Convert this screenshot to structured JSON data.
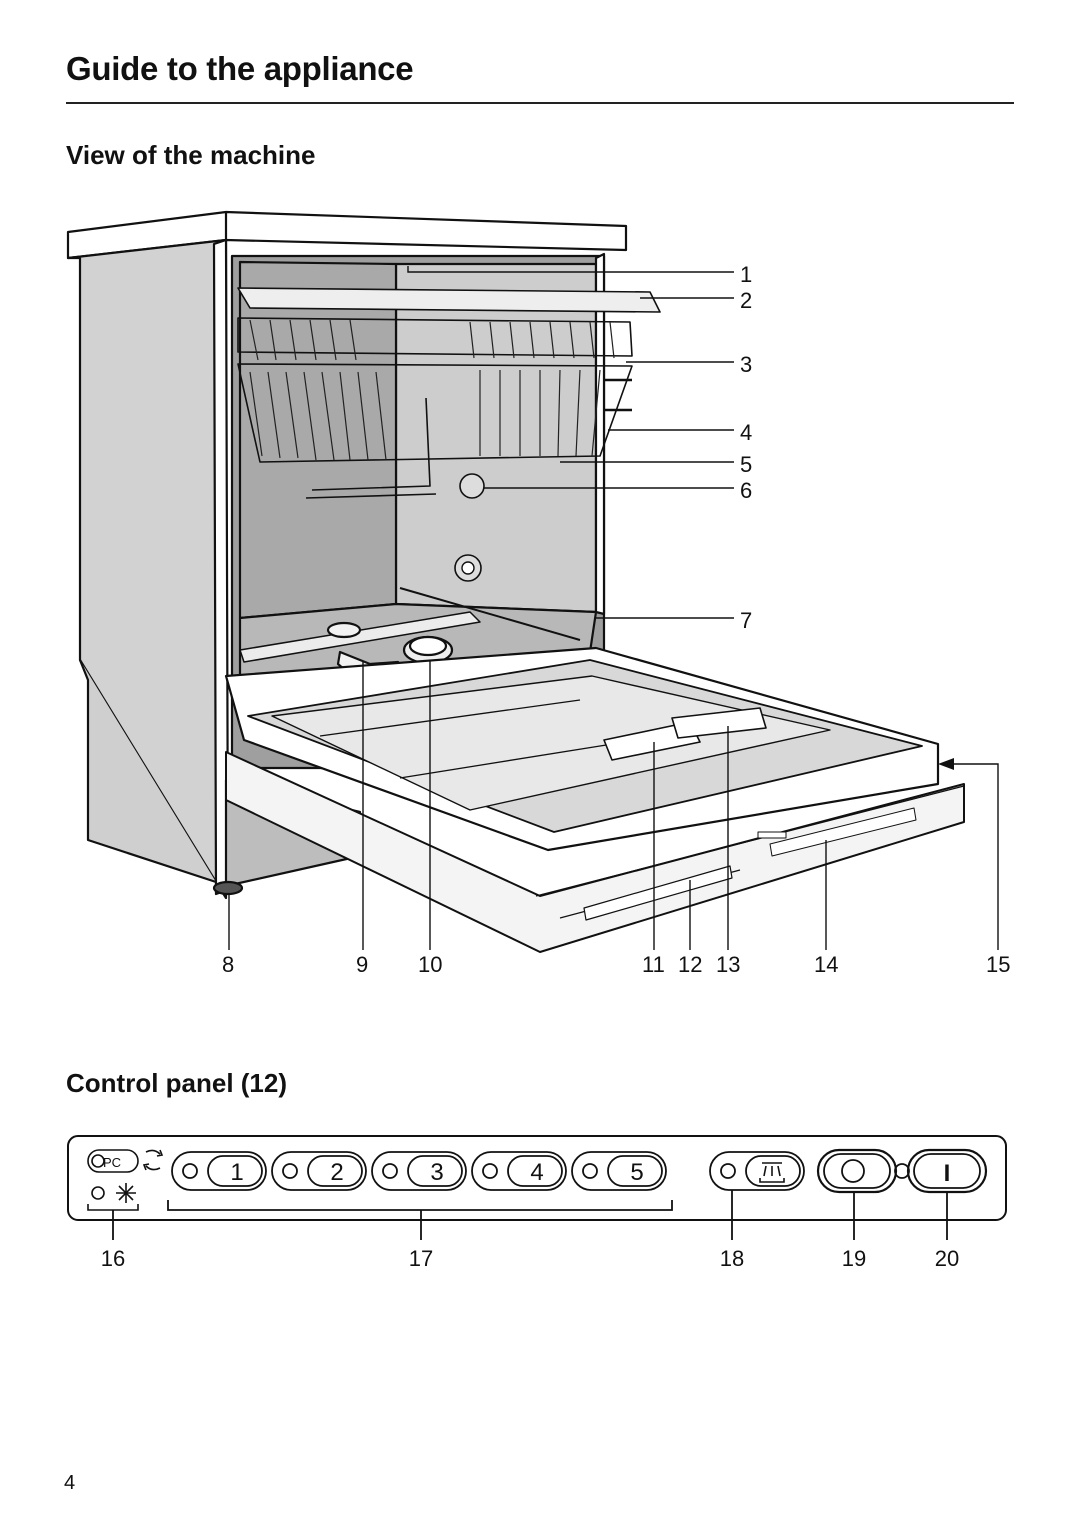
{
  "page": {
    "title": "Guide to the appliance",
    "page_number": "4"
  },
  "machine_view": {
    "heading": "View of the machine",
    "callouts": [
      "1",
      "2",
      "3",
      "4",
      "5",
      "6",
      "7",
      "8",
      "9",
      "10",
      "11",
      "12",
      "13",
      "14",
      "15"
    ]
  },
  "control_panel": {
    "heading": "Control panel (12)",
    "pc_label": "PC",
    "program_buttons": [
      "1",
      "2",
      "3",
      "4",
      "5"
    ],
    "power_label": "I",
    "callouts": [
      "16",
      "17",
      "18",
      "19",
      "20"
    ]
  }
}
